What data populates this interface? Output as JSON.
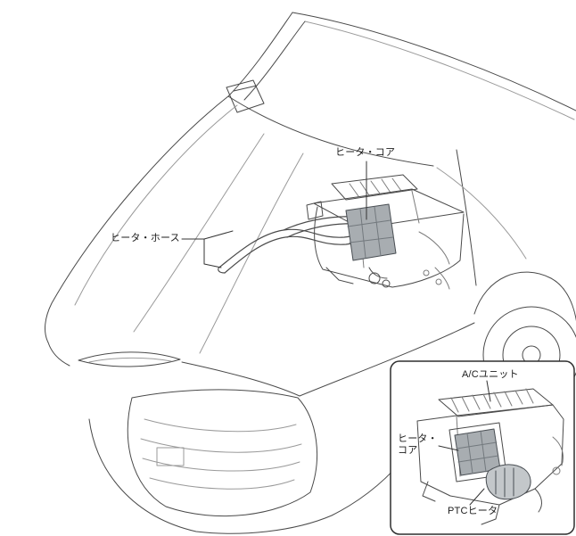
{
  "diagram": {
    "kind": "vehicle-heater-component-location-illustration",
    "labels": {
      "heater_core_main": "ヒータ・コア",
      "heater_hose": "ヒータ・ホース",
      "ac_unit": "A/Cユニット",
      "heater_core_inset_line1": "ヒータ・",
      "heater_core_inset_line2": "コア",
      "ptc_heater": "PTCヒータ"
    },
    "colors": {
      "line": "#4a4a4a",
      "line_light": "#9a9a9a",
      "leader": "#333333",
      "highlight_fill": "#a8adb1",
      "highlight_grid": "#73797e",
      "ptc_fill": "#c3c7ca",
      "inset_border": "#2f2f2f",
      "background": "#ffffff"
    }
  }
}
